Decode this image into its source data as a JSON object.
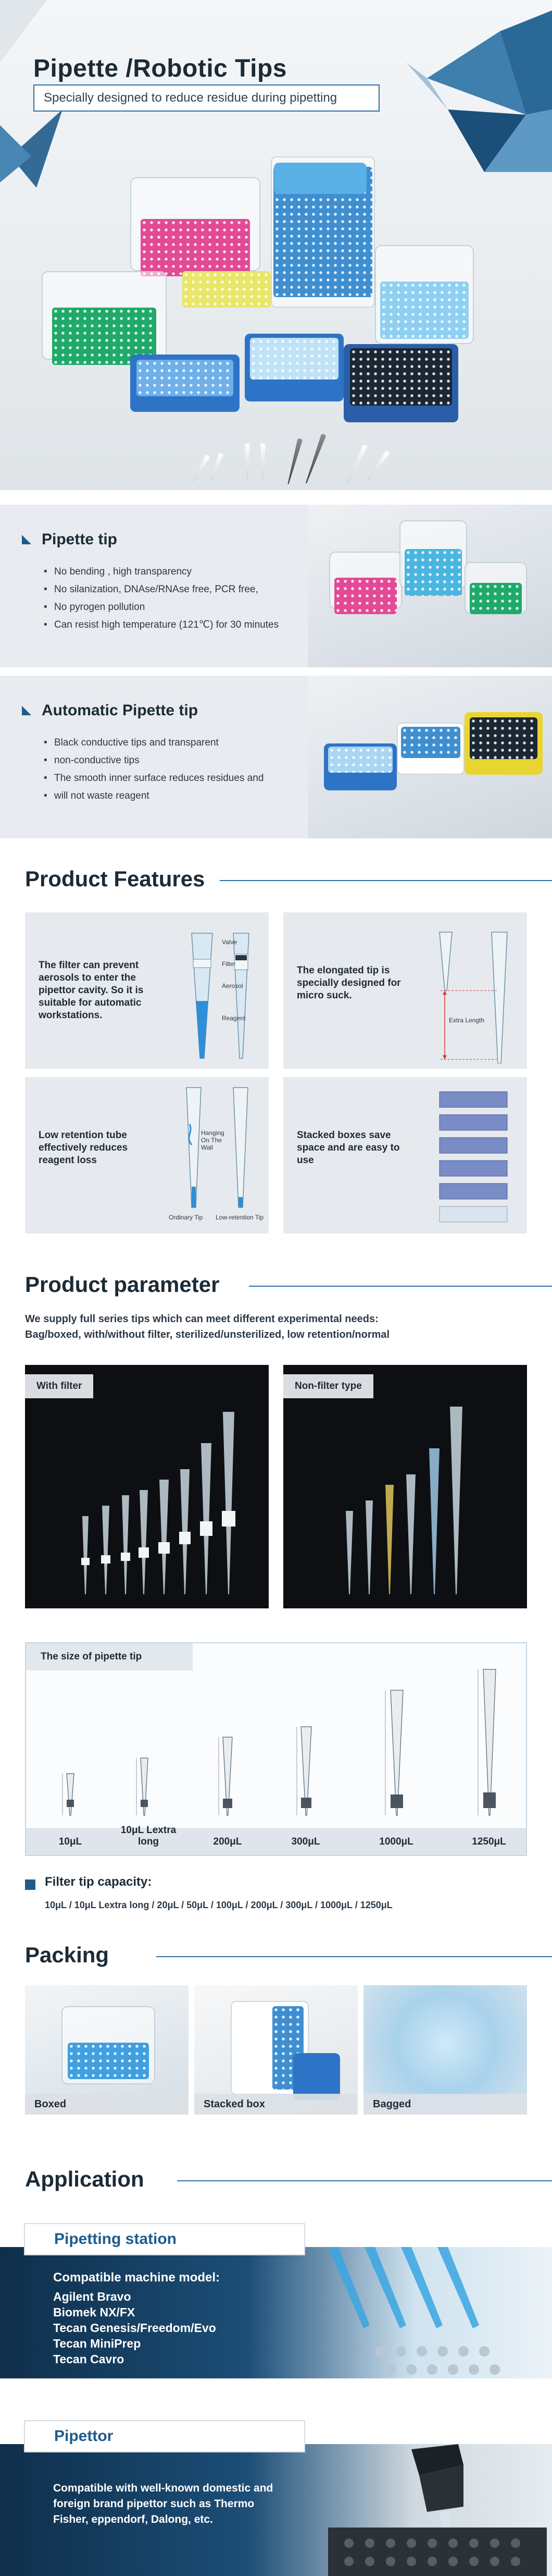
{
  "hero": {
    "title": "Pipette /Robotic Tips",
    "subtitle": "Specially designed to reduce residue during  pipetting"
  },
  "tip_cards": [
    {
      "title": "Pipette tip",
      "bullets": [
        "No bending , high transparency",
        "No silanization, DNAse/RNAse free, PCR free,",
        "No pyrogen pollution",
        "Can resist high temperature (121℃) for 30 minutes"
      ]
    },
    {
      "title": "Automatic Pipette tip",
      "bullets": [
        "Black conductive tips and transparent",
        "non-conductive tips",
        "The smooth inner surface  reduces residues   and",
        "will not waste reagent"
      ]
    }
  ],
  "features": {
    "title": "Product Features",
    "items": [
      {
        "text": "The filter can prevent aerosols to enter the pipettor cavity. So it is suitable for automatic workstations.",
        "labels": [
          "Valve",
          "Filter",
          "Aerosol",
          "Reagent"
        ]
      },
      {
        "text": "The elongated tip is specially designed for micro suck.",
        "labels": [
          "Extra Length"
        ]
      },
      {
        "text": "Low retention tube effectively reduces reagent loss",
        "labels": [
          "Hanging On The Wall",
          "Ordinary Tip",
          "Low-retention Tip"
        ]
      },
      {
        "text": "Stacked boxes save space and are easy to use",
        "labels": []
      }
    ]
  },
  "parameter": {
    "title": "Product parameter",
    "line1": "We supply full series tips which can meet different experimental needs:",
    "line2": "Bag/boxed, with/without filter, sterilized/unsterilized, low retention/normal",
    "panels": [
      "With filter",
      "Non-filter type"
    ],
    "size_title": "The size of pipette tip",
    "sizes": [
      "10μL",
      "10μL Lextra long",
      "200μL",
      "300μL",
      "1000μL",
      "1250μL"
    ],
    "capacity_title": "Filter tip capacity:",
    "capacity_list": "10μL / 10μL Lextra long / 20μL / 50μL / 100μL / 200μL / 300μL / 1000μL / 1250μL"
  },
  "packing": {
    "title": "Packing",
    "items": [
      "Boxed",
      "Stacked box",
      "Bagged"
    ]
  },
  "application": {
    "title": "Application",
    "station": {
      "tab": "Pipetting station",
      "heading": "Compatible machine model:",
      "models": [
        "Agilent Bravo",
        "Biomek NX/FX",
        "Tecan Genesis/Freedom/Evo",
        "Tecan MiniPrep",
        "Tecan Cavro"
      ]
    },
    "pipettor": {
      "tab": "Pipettor",
      "text_lines": [
        "Compatible with well-known domestic and",
        "foreign brand pipettor such as Thermo",
        "Fisher, eppendorf, Dalong, etc."
      ]
    }
  },
  "colors": {
    "accent": "#1f5c8c",
    "line": "#2f6fa3",
    "card_bg": "#e8ebef"
  }
}
